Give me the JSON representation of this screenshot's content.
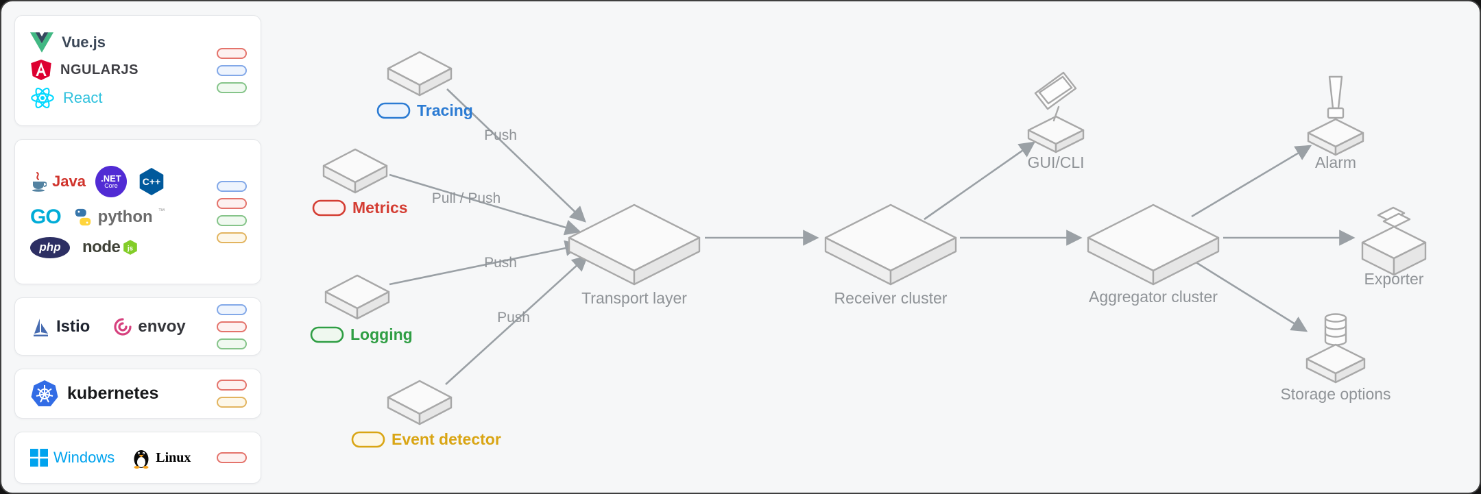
{
  "sidebar": {
    "cards": [
      {
        "name": "frontend-frameworks",
        "items": [
          {
            "label": "Vue.js"
          },
          {
            "label": "NGULARJS"
          },
          {
            "label": "React"
          }
        ],
        "pills": [
          "red",
          "blue",
          "green"
        ]
      },
      {
        "name": "languages",
        "items": [
          {
            "label": "Java"
          },
          {
            "label": ".NET",
            "label2": "Core"
          },
          {
            "label": "C++"
          },
          {
            "label": "GO"
          },
          {
            "label": "python",
            "tm": "™"
          },
          {
            "label": "php"
          },
          {
            "label": "node",
            "badge": "js"
          }
        ],
        "pills": [
          "blue",
          "red",
          "green",
          "yellow"
        ]
      },
      {
        "name": "service-mesh",
        "items": [
          {
            "label": "Istio"
          },
          {
            "label": "envoy"
          }
        ],
        "pills": [
          "blue",
          "red",
          "green"
        ]
      },
      {
        "name": "orchestration",
        "items": [
          {
            "label": "kubernetes"
          }
        ],
        "pills": [
          "red",
          "yellow"
        ]
      },
      {
        "name": "operating-systems",
        "items": [
          {
            "label": "Windows"
          },
          {
            "label": "Linux"
          }
        ],
        "pills": [
          "red"
        ]
      }
    ]
  },
  "diagram": {
    "sources": [
      {
        "label": "Tracing",
        "color": "#2b7bd3",
        "arrow_label": "Push"
      },
      {
        "label": "Metrics",
        "color": "#d43d33",
        "arrow_label": "Pull / Push"
      },
      {
        "label": "Logging",
        "color": "#2f9e44",
        "arrow_label": "Push"
      },
      {
        "label": "Event detector",
        "color": "#d9a514",
        "arrow_label": "Push"
      }
    ],
    "clusters": [
      {
        "label": "Transport layer"
      },
      {
        "label": "Receiver cluster"
      },
      {
        "label": "Aggregator cluster"
      }
    ],
    "outputs": [
      {
        "label": "GUI/CLI"
      },
      {
        "label": "Alarm"
      },
      {
        "label": "Exporter"
      },
      {
        "label": "Storage options"
      }
    ],
    "label_color": "#8f9397"
  }
}
